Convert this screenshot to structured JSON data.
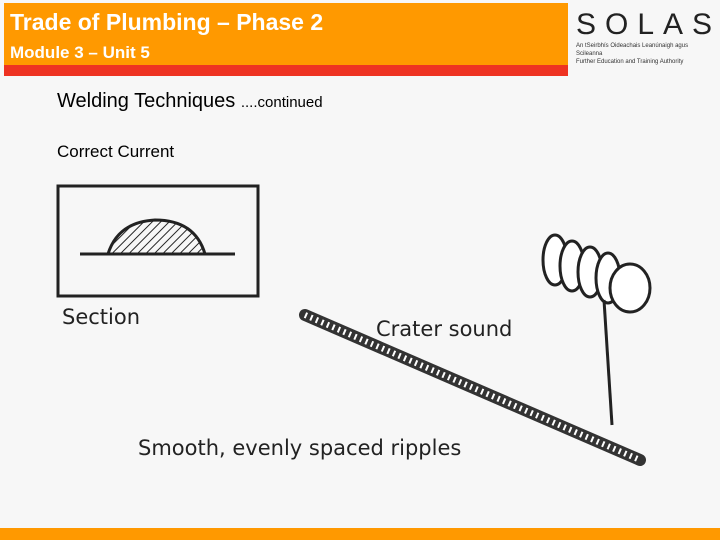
{
  "header": {
    "title": "Trade of Plumbing – Phase 2",
    "subtitle": "Module 3 – Unit 5"
  },
  "logo": {
    "word": "SOLAS",
    "tagline_ga": "An tSeirbhís Oideachais Leanúnaigh agus Scileanna",
    "tagline_en": "Further Education and Training Authority"
  },
  "slide": {
    "title": "Welding Techniques",
    "title_suffix": "....continued",
    "subtitle": "Correct Current"
  },
  "figure": {
    "section_label": "Section",
    "crater_label": "Crater sound",
    "ripples_label": "Smooth, evenly spaced ripples"
  },
  "colors": {
    "orange": "#ff9900",
    "red": "#ee3322"
  }
}
